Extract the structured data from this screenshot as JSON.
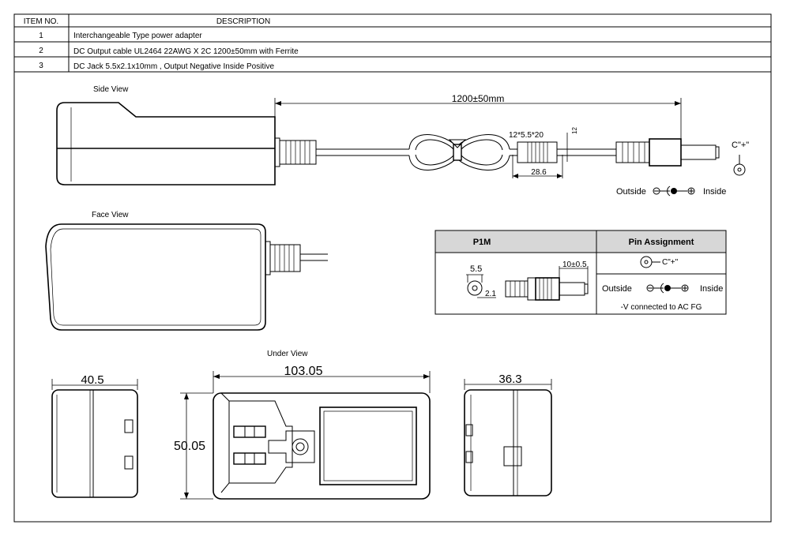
{
  "bom": {
    "headers": {
      "item_no": "ITEM NO.",
      "description": "DESCRIPTION"
    },
    "rows": [
      {
        "item": "1",
        "description": "Interchangeable Type power adapter"
      },
      {
        "item": "2",
        "description": "DC Output cable  UL2464 22AWG X 2C 1200±50mm with Ferrite"
      },
      {
        "item": "3",
        "description": "DC Jack 5.5x2.1x10mm  , Output Negative Inside Positive"
      }
    ]
  },
  "views": {
    "side": "Side View",
    "face": "Face View",
    "under": "Under View"
  },
  "dimensions": {
    "cable_length": "1200±50mm",
    "ferrite_size": "12*5.5*20",
    "ferrite_small": "12",
    "ferrite_length": "28.6",
    "width": "40.5",
    "length": "103.05",
    "height": "50.05",
    "depth": "36.3"
  },
  "polarity": {
    "label": "C\"+\"",
    "outside": "Outside",
    "inside": "Inside"
  },
  "pin_table": {
    "header_left": "P1M",
    "header_right": "Pin Assignment",
    "dim_outer": "5.5",
    "dim_inner": "2.1",
    "dim_length": "10±0.5",
    "polarity_label": "C\"+\"",
    "outside": "Outside",
    "inside": "Inside",
    "note": "-V connected to AC FG"
  }
}
